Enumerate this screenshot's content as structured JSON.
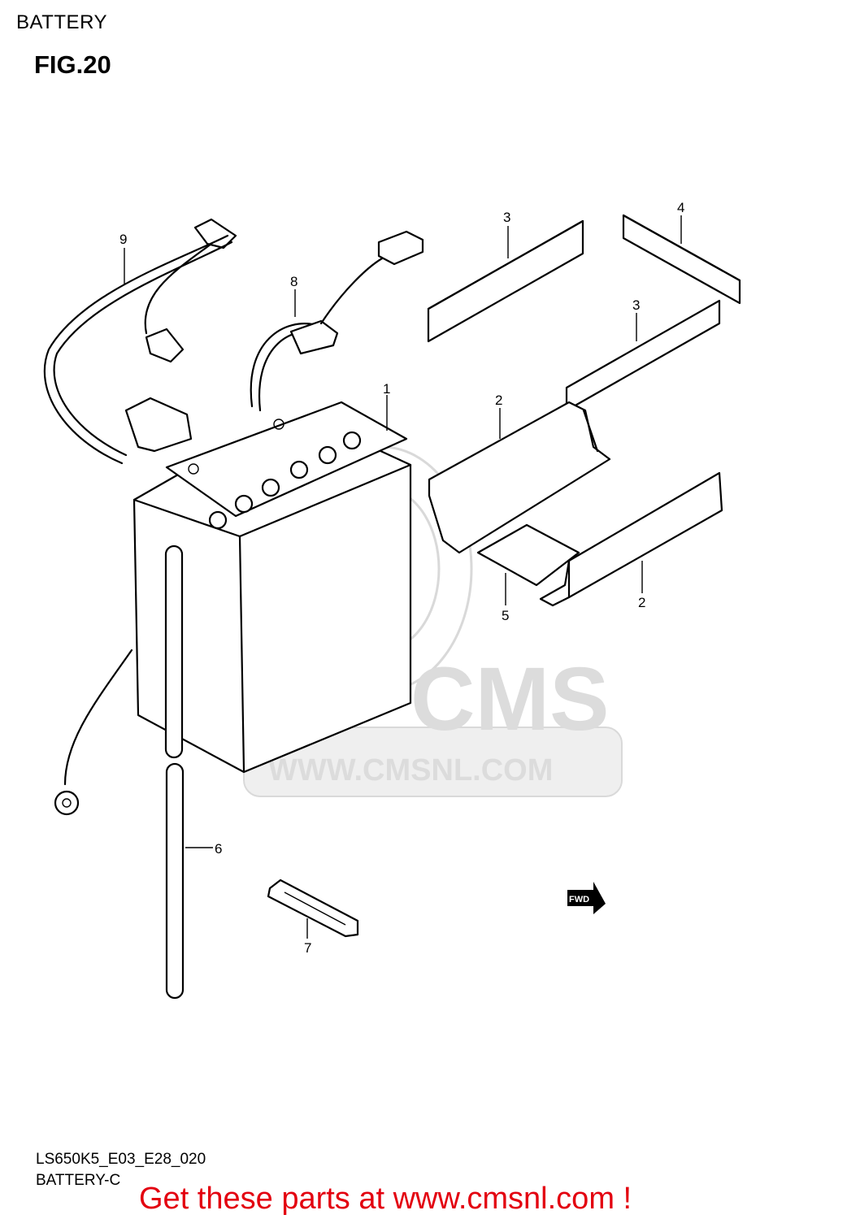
{
  "header": {
    "section": "BATTERY",
    "figure": "FIG.20"
  },
  "callouts": [
    "1",
    "2",
    "2",
    "3",
    "3",
    "4",
    "5",
    "6",
    "7",
    "8",
    "9"
  ],
  "fwd_label": "FWD",
  "watermark": {
    "logo": "CMS",
    "url": "WWW.CMSNL.COM"
  },
  "footer": {
    "code": "LS650K5_E03_E28_020",
    "variant": "BATTERY-C"
  },
  "cta": "Get these parts at www.cmsnl.com !",
  "colors": {
    "cta": "#e3000f",
    "watermark": "#dcdcdc"
  }
}
